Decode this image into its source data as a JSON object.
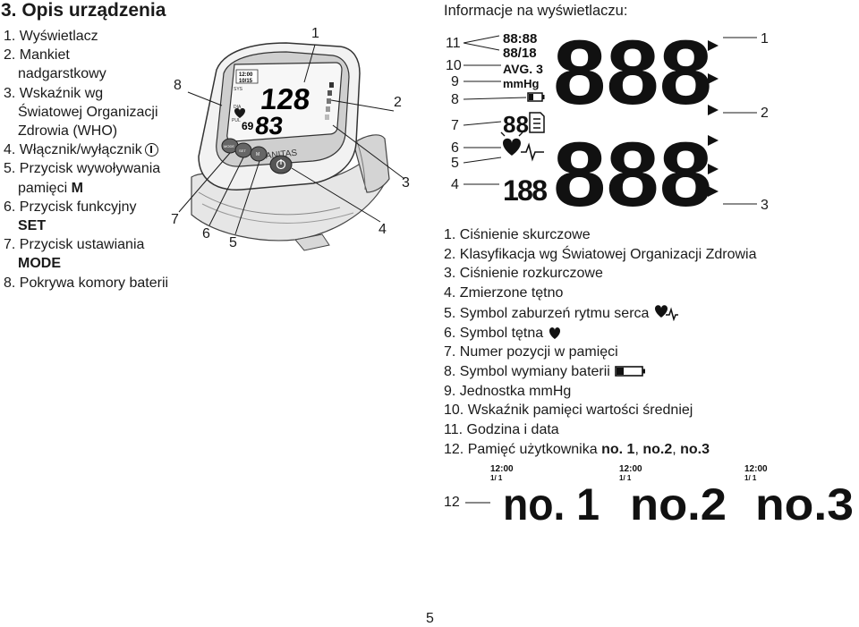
{
  "heading": "3. Opis urządzenia",
  "left_list": [
    {
      "num": "1.",
      "lines": [
        "Wyświetlacz"
      ]
    },
    {
      "num": "2.",
      "lines": [
        "Mankiet",
        "nadgarstkowy"
      ]
    },
    {
      "num": "3.",
      "lines": [
        "Wskaźnik wg",
        "Światowej Organizacji",
        "Zdrowia (WHO)"
      ]
    },
    {
      "num": "4.",
      "lines": [
        "Włącznik/wyłącznik"
      ]
    },
    {
      "num": "5.",
      "lines": [
        "Przycisk wywoływania",
        "pamięci"
      ],
      "key": "M"
    },
    {
      "num": "6.",
      "lines": [
        "Przycisk funkcyjny"
      ],
      "key": "SET"
    },
    {
      "num": "7.",
      "lines": [
        "Przycisk ustawiania"
      ],
      "key": "MODE"
    },
    {
      "num": "8.",
      "lines": [
        "Pokrywa komory baterii"
      ]
    }
  ],
  "device_callouts": {
    "c1": "1",
    "c2": "2",
    "c3": "3",
    "c4": "4",
    "c5": "5",
    "c6": "6",
    "c7": "7",
    "c8": "8"
  },
  "device": {
    "brand": "SANITAS",
    "buttons": {
      "mode": "MODE",
      "set": "SET",
      "mem": "M"
    },
    "display": {
      "top_value": "128",
      "mid_value": "83",
      "pulse": "69",
      "time": "12:00",
      "date": "10/15"
    }
  },
  "info_title": "Informacje na wyświetlaczu:",
  "display_callouts": {
    "left": [
      "11",
      "10",
      "9",
      "8",
      "7",
      "6",
      "5",
      "4"
    ],
    "right": [
      "1",
      "2",
      "3"
    ],
    "row12": "12"
  },
  "lcd": {
    "time": "88:88",
    "date": "88/18",
    "avg": "AVG. 3",
    "unit": "mmHg",
    "mem": "88",
    "pulse": "188",
    "big_top": "888",
    "big_bottom": "888"
  },
  "right_list": [
    {
      "text": "1. Ciśnienie skurczowe"
    },
    {
      "text": "2. Klasyfikacja wg Światowej Organizacji Zdrowia"
    },
    {
      "text": "3. Ciśnienie rozkurczowe"
    },
    {
      "text": "4. Zmierzone tętno"
    },
    {
      "text": "5. Symbol zaburzeń rytmu serca",
      "icon": "heart-arrhythmia-icon"
    },
    {
      "text": "6. Symbol tętna",
      "icon": "heart-icon"
    },
    {
      "text": "7. Numer pozycji w pamięci"
    },
    {
      "text": "8. Symbol wymiany baterii",
      "icon": "battery-icon"
    },
    {
      "text": "9. Jednostka mmHg"
    },
    {
      "text": "10. Wskaźnik pamięci wartości średniej"
    },
    {
      "text": "11. Godzina i data"
    },
    {
      "text": "12. Pamięć użytkownika",
      "glyphs": [
        "no. 1",
        "no.2",
        "no.3"
      ]
    }
  ],
  "memory_panels": [
    {
      "time": "12:00",
      "date": "1/ 1",
      "label": "no. 1"
    },
    {
      "time": "12:00",
      "date": "1/ 1",
      "label": "no.2"
    },
    {
      "time": "12:00",
      "date": "1/ 1",
      "label": "no.3"
    }
  ],
  "page_number": "5"
}
